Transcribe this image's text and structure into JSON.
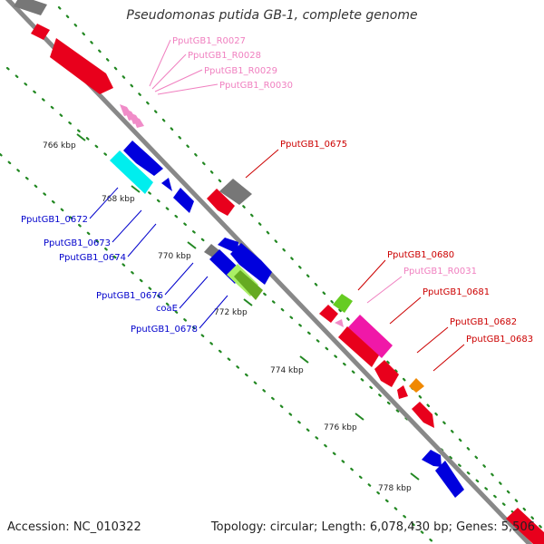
{
  "title": "Pseudomonas putida GB-1, complete genome",
  "footer": {
    "accession": "Accession: NC_010322",
    "summary": "Topology: circular; Length: 6,078,430 bp; Genes: 5,506"
  },
  "colors": {
    "backbone": "#888888",
    "tick": "#228822",
    "forward_label": "#0000cc",
    "reverse_label": "#cc0000",
    "rna_label": "#f080c0"
  },
  "ticks": [
    {
      "label": "766 kbp"
    },
    {
      "label": "768 kbp"
    },
    {
      "label": "770 kbp"
    },
    {
      "label": "772 kbp"
    },
    {
      "label": "774 kbp"
    },
    {
      "label": "776 kbp"
    },
    {
      "label": "778 kbp"
    }
  ],
  "labels": [
    {
      "text": "PputGB1_R0027"
    },
    {
      "text": "PputGB1_R0028"
    },
    {
      "text": "PputGB1_R0029"
    },
    {
      "text": "PputGB1_R0030"
    },
    {
      "text": "PputGB1_0675"
    },
    {
      "text": "PputGB1_0672"
    },
    {
      "text": "PputGB1_0673"
    },
    {
      "text": "PputGB1_0674"
    },
    {
      "text": "PputGB1_0676"
    },
    {
      "text": "coaE"
    },
    {
      "text": "PputGB1_0678"
    },
    {
      "text": "PputGB1_0680"
    },
    {
      "text": "PputGB1_R0031"
    },
    {
      "text": "PputGB1_0681"
    },
    {
      "text": "PputGB1_0682"
    },
    {
      "text": "PputGB1_0683"
    }
  ]
}
